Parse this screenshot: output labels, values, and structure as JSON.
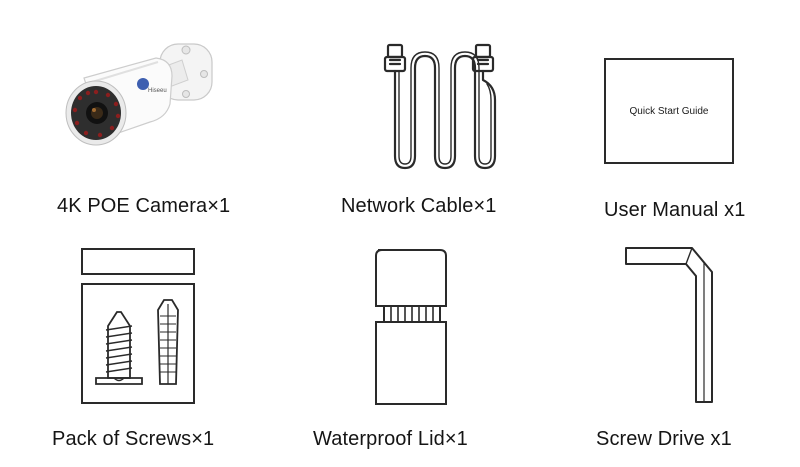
{
  "items": [
    {
      "id": "camera",
      "label": "4K POE Camera×1",
      "brand_text": "Hiseeu"
    },
    {
      "id": "cable",
      "label": "Network Cable×1"
    },
    {
      "id": "manual",
      "label": "User Manual x1",
      "cover_text": "Quick Start Guide"
    },
    {
      "id": "screws",
      "label": "Pack of Screws×1"
    },
    {
      "id": "lid",
      "label": "Waterproof Lid×1"
    },
    {
      "id": "driver",
      "label": "Screw Drive x1"
    }
  ]
}
